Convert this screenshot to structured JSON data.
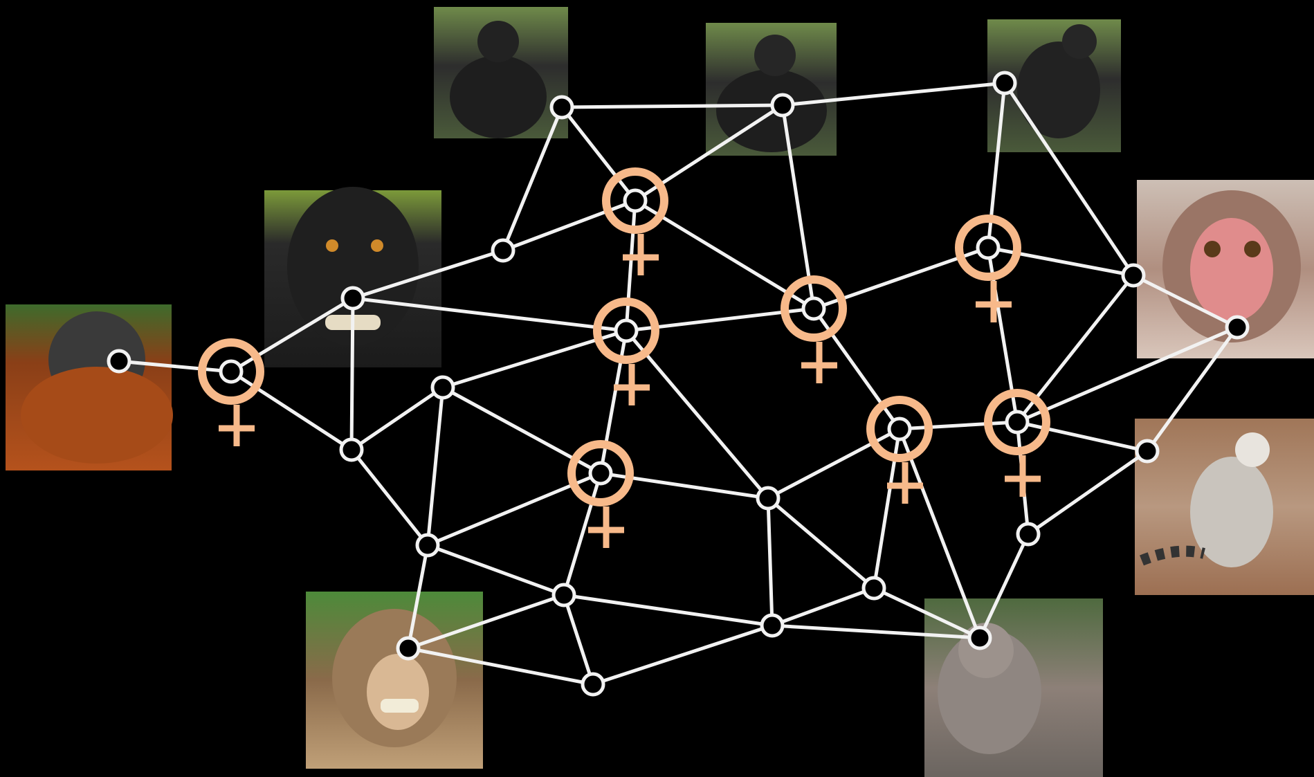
{
  "colors": {
    "background": "#000000",
    "edge": "#f2f2f2",
    "node_fill": "#000000",
    "node_stroke": "#f2f2f2",
    "female_marker": "#f7b98a"
  },
  "photos": [
    {
      "id": "orangutan",
      "depicts": "orangutan-photo"
    },
    {
      "id": "macaque-selfie",
      "depicts": "crested-macaque-photo"
    },
    {
      "id": "gorilla-1",
      "depicts": "gorilla-photo"
    },
    {
      "id": "gorilla-2",
      "depicts": "gorilla-photo"
    },
    {
      "id": "gorilla-3",
      "depicts": "gorilla-photo"
    },
    {
      "id": "rhesus",
      "depicts": "rhesus-macaque-photo"
    },
    {
      "id": "lemur",
      "depicts": "ring-tailed-lemur-photo"
    },
    {
      "id": "long-tailed-macaque",
      "depicts": "long-tailed-macaque-photo"
    },
    {
      "id": "tibetan-macaque",
      "depicts": "tibetan-macaque-photo"
    }
  ],
  "nodes": [
    {
      "id": "n1"
    },
    {
      "id": "n2"
    },
    {
      "id": "n3"
    },
    {
      "id": "n4"
    },
    {
      "id": "n5"
    },
    {
      "id": "n6"
    },
    {
      "id": "n7"
    },
    {
      "id": "n8"
    },
    {
      "id": "n9"
    },
    {
      "id": "n10"
    },
    {
      "id": "n11"
    },
    {
      "id": "n12"
    },
    {
      "id": "n13"
    },
    {
      "id": "n14"
    },
    {
      "id": "n15"
    },
    {
      "id": "n16"
    },
    {
      "id": "n17"
    },
    {
      "id": "n18"
    },
    {
      "id": "n19"
    },
    {
      "id": "n20"
    },
    {
      "id": "n21"
    },
    {
      "id": "n22"
    },
    {
      "id": "n23"
    },
    {
      "id": "n24"
    }
  ],
  "female_nodes": [
    "n7",
    "n8",
    "n9",
    "n10",
    "n11",
    "n12",
    "n13",
    "n14"
  ],
  "edges": [
    [
      "n1",
      "n7"
    ],
    [
      "n7",
      "n2"
    ],
    [
      "n7",
      "n15"
    ],
    [
      "n2",
      "n16"
    ],
    [
      "n2",
      "n15"
    ],
    [
      "n2",
      "n17"
    ],
    [
      "n2",
      "n9"
    ],
    [
      "n16",
      "n8"
    ],
    [
      "n16",
      "n3"
    ],
    [
      "n3",
      "n8"
    ],
    [
      "n3",
      "n4"
    ],
    [
      "n4",
      "n8"
    ],
    [
      "n4",
      "n5"
    ],
    [
      "n4",
      "n10"
    ],
    [
      "n5",
      "n11"
    ],
    [
      "n5",
      "n6"
    ],
    [
      "n8",
      "n9"
    ],
    [
      "n8",
      "n10"
    ],
    [
      "n9",
      "n17"
    ],
    [
      "n9",
      "n10"
    ],
    [
      "n9",
      "n19"
    ],
    [
      "n9",
      "n22"
    ],
    [
      "n10",
      "n11"
    ],
    [
      "n10",
      "n12"
    ],
    [
      "n11",
      "n6"
    ],
    [
      "n11",
      "n13"
    ],
    [
      "n6",
      "n14"
    ],
    [
      "n6",
      "n23"
    ],
    [
      "n15",
      "n17"
    ],
    [
      "n15",
      "n18"
    ],
    [
      "n17",
      "n18"
    ],
    [
      "n17",
      "n19"
    ],
    [
      "n17",
      "n12"
    ],
    [
      "n19",
      "n12"
    ],
    [
      "n19",
      "n22"
    ],
    [
      "n19",
      "n20"
    ],
    [
      "n12",
      "n13"
    ],
    [
      "n12",
      "n21"
    ],
    [
      "n12",
      "n24"
    ],
    [
      "n13",
      "n14"
    ],
    [
      "n13",
      "n24"
    ],
    [
      "n14",
      "n23"
    ],
    [
      "n23",
      "n24"
    ],
    [
      "n18",
      "n20"
    ],
    [
      "n18",
      "n21"
    ],
    [
      "n18",
      "n22"
    ],
    [
      "n20",
      "n22"
    ],
    [
      "n20",
      "n21"
    ],
    [
      "n22",
      "n24"
    ],
    [
      "n21",
      "n24"
    ],
    [
      "n22",
      "n21"
    ]
  ]
}
